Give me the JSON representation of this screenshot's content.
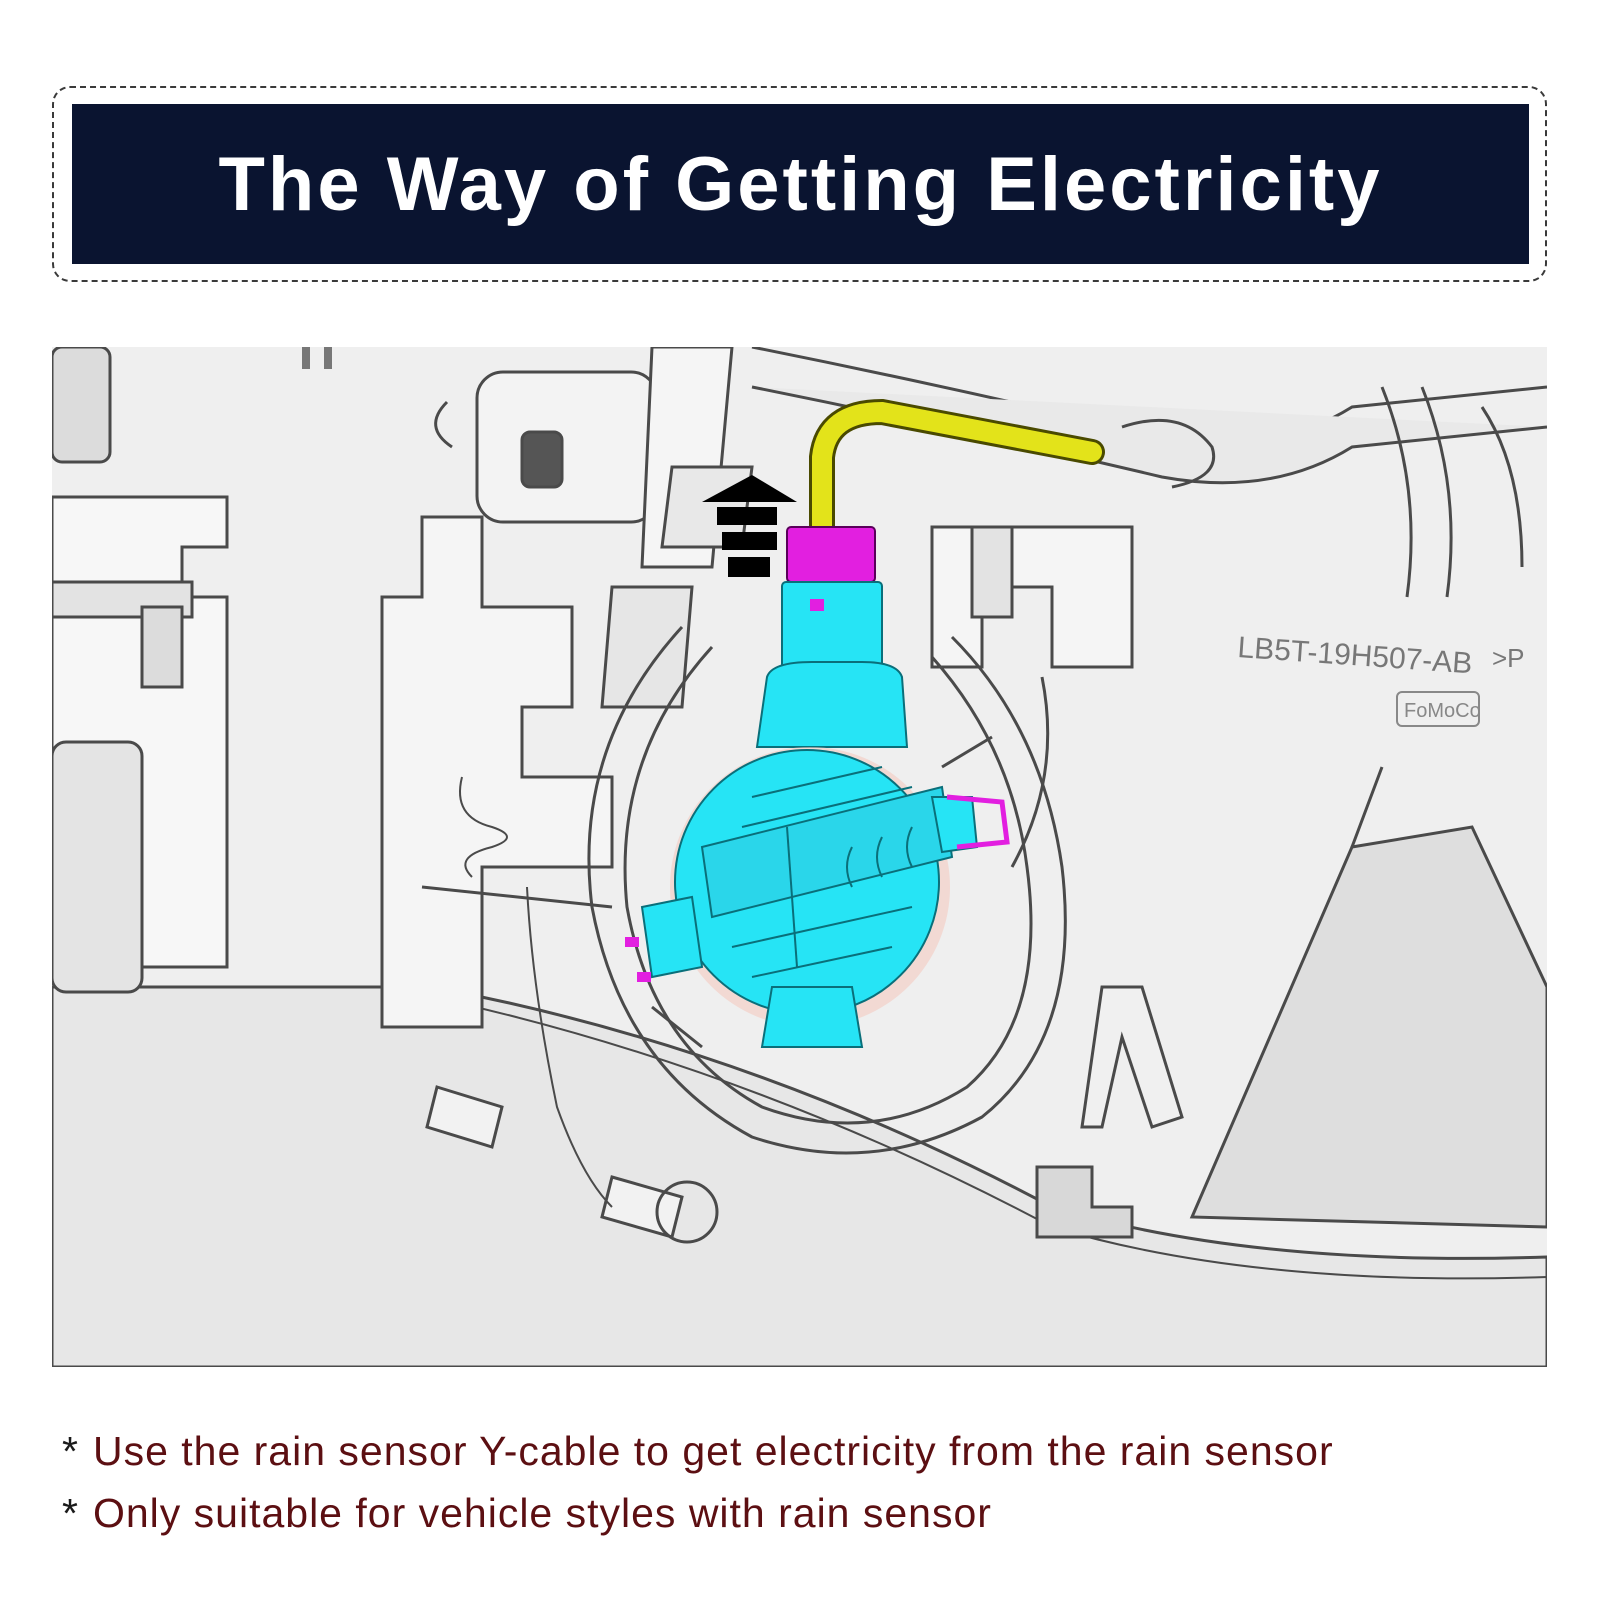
{
  "title": "The Way of Getting Electricity",
  "diagram": {
    "part_number_label": "LB5T-19H507-AB",
    "badge_label": "FoMoCo",
    "edge_label": ">P",
    "colors": {
      "background": "#efefef",
      "part_fill": "#f7f7f7",
      "part_stroke": "#4a4a4a",
      "sensor_body": "#26e4f5",
      "connector": "#e21fe0",
      "y_cable": "#e3e31a",
      "arrow": "#000000"
    },
    "icons": [
      "upward-arrow-icon",
      "rain-sensor",
      "y-cable-connector"
    ]
  },
  "notes": [
    {
      "bullet": "*",
      "text": "Use the rain sensor Y-cable to get electricity from the rain sensor"
    },
    {
      "bullet": "*",
      "text": "Only suitable for vehicle styles with rain sensor"
    }
  ],
  "colors": {
    "title_bg": "#0a1430",
    "title_text": "#ffffff",
    "note_text": "#5c0f12"
  }
}
